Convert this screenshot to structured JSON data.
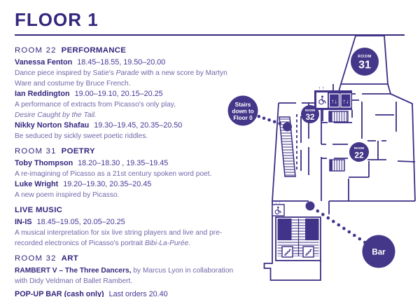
{
  "title": "FLOOR 1",
  "sections": [
    {
      "room": "ROOM 22",
      "category": "PERFORMANCE",
      "items": [
        {
          "name": "Vanessa Fenton",
          "times": "18.45–18.55, 19.50–20.00"
        },
        {
          "parts": [
            {
              "t": "Dance piece inspired by Satie's "
            },
            {
              "t": "Parade",
              "i": 1
            },
            {
              "t": " with a new score by Martyn Ware and costume by Bruce French."
            }
          ]
        },
        {
          "name": "Ian Reddington",
          "times": "19.00–19.10, 20.15–20.25"
        },
        {
          "parts": [
            {
              "t": "A performance of extracts from Picasso's only play,\n"
            },
            {
              "t": "Desire Caught by the Tail.",
              "i": 1
            }
          ]
        },
        {
          "name": "Nikky Norton Shafau",
          "times": "19.30–19.45, 20.35–20.50"
        },
        {
          "parts": [
            {
              "t": "Be seduced by sickly sweet poetic riddles."
            }
          ]
        }
      ]
    },
    {
      "room": "ROOM 31",
      "category": "POETRY",
      "items": [
        {
          "name": "Toby Thompson",
          "times": "18.20–18.30 , 19.35–19.45"
        },
        {
          "parts": [
            {
              "t": "A re-imagining of Picasso as a 21st century spoken word poet."
            }
          ]
        },
        {
          "name": "Luke Wright",
          "times": "19.20–19.30, 20.35–20.45"
        },
        {
          "parts": [
            {
              "t": "A new poem inspired by Picasso."
            }
          ]
        }
      ]
    },
    {
      "room": "",
      "category": "LIVE MUSIC",
      "items": [
        {
          "name": "IN-IS",
          "times": "18.45–19.05, 20.05–20.25"
        },
        {
          "parts": [
            {
              "t": "A musical interpretation for six live string players and live and pre-recorded electronics of Picasso's portrait "
            },
            {
              "t": "Bibi-La-Purée",
              "i": 1
            },
            {
              "t": "."
            }
          ]
        }
      ]
    },
    {
      "room": "ROOM 32",
      "category": "ART",
      "items": [
        {
          "parts": [
            {
              "t": "RAMBERT V – The Three Dancers,",
              "b": 1
            },
            {
              "t": " by Marcus Lyon in collaboration with Didy Veldman of Ballet Rambert."
            }
          ]
        },
        {
          "name": "POP-UP BAR (cash only)",
          "times": "Last orders 20.40",
          "gap": 1
        }
      ]
    }
  ],
  "plan": {
    "stairs_circle": {
      "line1": "Stairs",
      "line2": "down to",
      "line3": "Floor 0"
    },
    "room31": {
      "label": "ROOM",
      "number": "31"
    },
    "room32": {
      "label": "ROOM",
      "number": "32"
    },
    "room22": {
      "label": "ROOM",
      "number": "22"
    },
    "bar": {
      "label": "Bar"
    },
    "lift_arrows": "↑↓",
    "call_arrows": "↑ ↑"
  },
  "colors": {
    "ink": "#32267e",
    "body_text": "#6f68a9",
    "plan_stroke": "#3b2d84",
    "marker_fill": "#443689"
  }
}
